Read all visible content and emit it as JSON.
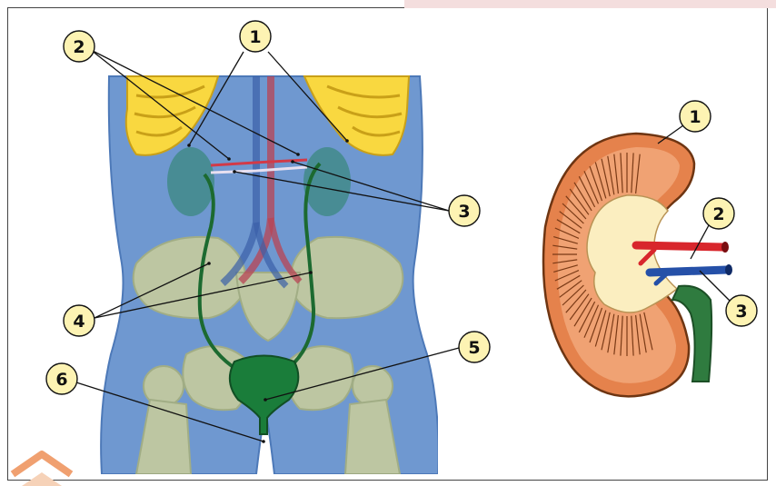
{
  "body_diagram": {
    "labels": [
      {
        "key": "kidneys",
        "number": "1"
      },
      {
        "key": "renal-arteries",
        "number": "2"
      },
      {
        "key": "renal-veins",
        "number": "3"
      },
      {
        "key": "ureters",
        "number": "4"
      },
      {
        "key": "bladder",
        "number": "5"
      },
      {
        "key": "urethra",
        "number": "6"
      }
    ]
  },
  "kidney_diagram": {
    "labels": [
      {
        "key": "kidney",
        "number": "1"
      },
      {
        "key": "renal-artery",
        "number": "2"
      },
      {
        "key": "renal-vein",
        "number": "3"
      }
    ]
  },
  "colors": {
    "badge_fill": "#fdf3b3",
    "body_blue": "#6f98d0",
    "bone": "#dcdc98",
    "rib_yellow": "#f9d840",
    "ureter_green": "#1c6a30",
    "bladder_green": "#1a7d3a",
    "artery_red": "#d8262c",
    "vein_blue": "#2550a8",
    "kidney_orange": "#e5824c",
    "pelvis_cream": "#fbeec0"
  }
}
